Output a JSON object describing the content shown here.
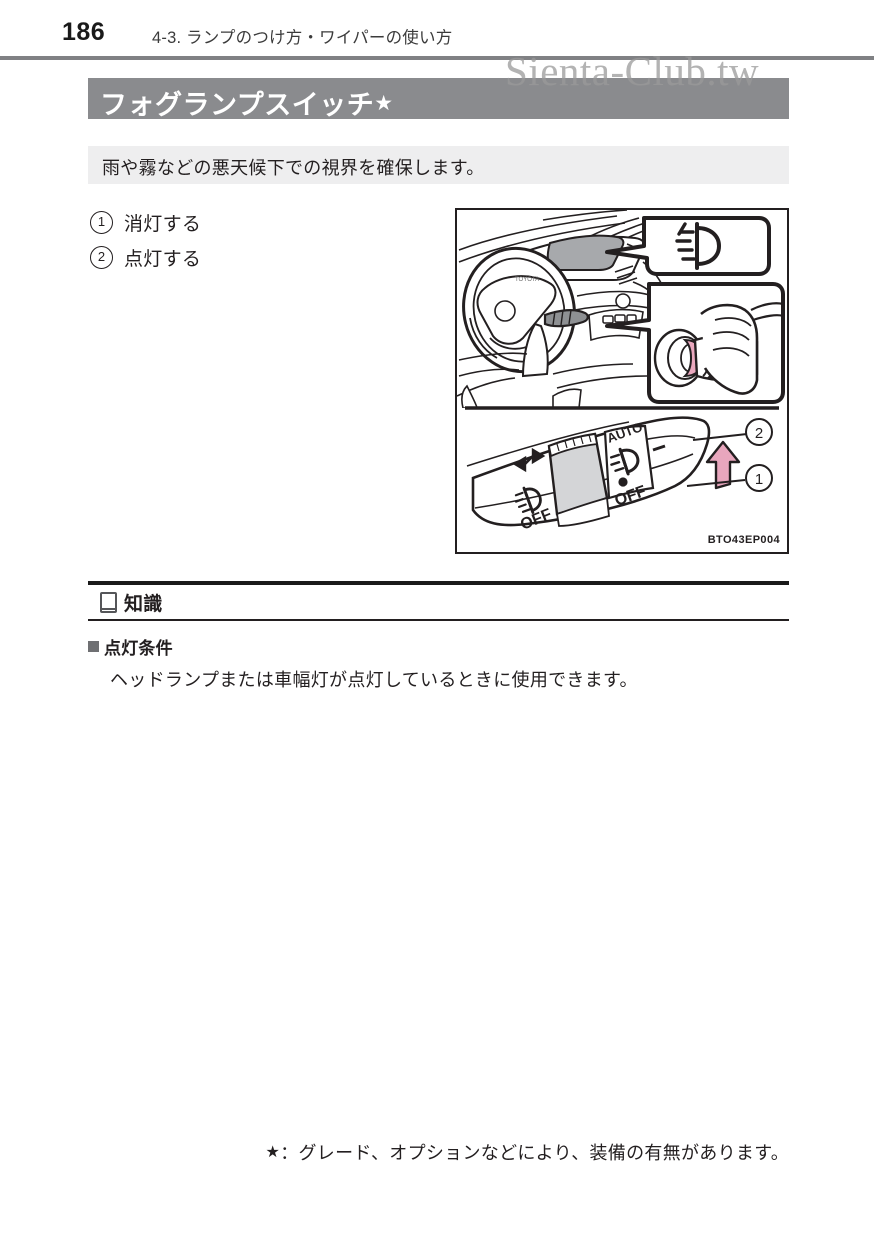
{
  "header": {
    "page_number": "186",
    "chapter": "4-3. ランプのつけ方・ワイパーの使い方"
  },
  "watermark": {
    "text": "Sienta-Club.tw"
  },
  "section": {
    "title": "フォグランプスイッチ",
    "title_marker": "★",
    "subtitle": "雨や霧などの悪天候下での視界を確保します。"
  },
  "callouts": [
    {
      "num": "1",
      "label": "消灯する"
    },
    {
      "num": "2",
      "label": "点灯する"
    }
  ],
  "illustration": {
    "figure_code": "BTO43EP004",
    "indicator_symbol": "rear-fog-lamp-symbol",
    "lever_labels": {
      "auto": "AUTO",
      "off_upper": "OFF",
      "off_lower": "OFF"
    },
    "marker_1": "1",
    "marker_2": "2",
    "arrow_color": "#e8a6bd",
    "panel_fill": "#c8c9cb",
    "lever_fill": "#d9dadb"
  },
  "knowledge": {
    "title": "知識",
    "icon": "book-icon",
    "heading": "点灯条件",
    "body": "ヘッドランプまたは車幅灯が点灯しているときに使用できます。"
  },
  "footnote": {
    "star": "★",
    "text": "：グレード、オプションなどにより、装備の有無があります。"
  }
}
